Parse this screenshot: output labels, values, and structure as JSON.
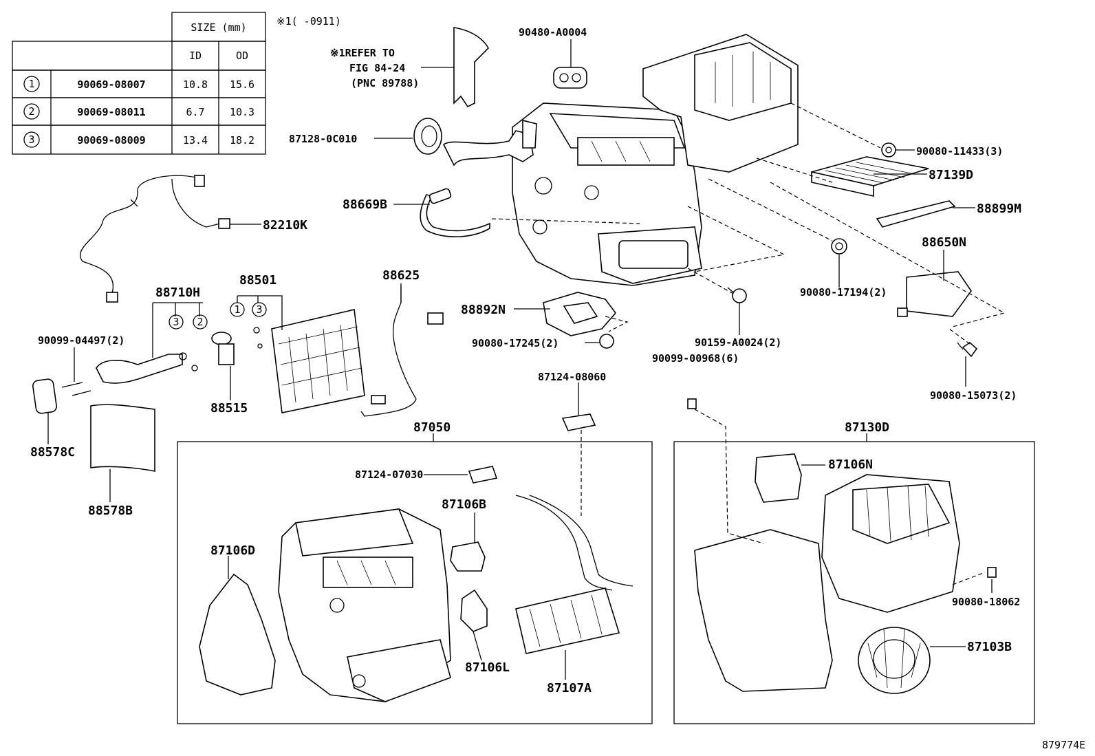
{
  "table": {
    "size_header": "SIZE (mm)",
    "col_id": "ID",
    "col_od": "OD",
    "rows": [
      {
        "num": "1",
        "part": "90069-08007",
        "id": "10.8",
        "od": "15.6"
      },
      {
        "num": "2",
        "part": "90069-08011",
        "id": "6.7",
        "od": "10.3"
      },
      {
        "num": "3",
        "part": "90069-08009",
        "id": "13.4",
        "od": "18.2"
      }
    ]
  },
  "note": {
    "line0": "※1(     -0911)",
    "line1": "※1REFER TO",
    "line2": "FIG 84-24",
    "line3": "(PNC 89788)"
  },
  "labels": {
    "p90480": "90480-A0004",
    "p87128": "87128-0C010",
    "p90080_11433": "90080-11433(3)",
    "p87139D": "87139D",
    "p88669B": "88669B",
    "p88899M": "88899M",
    "p82210K": "82210K",
    "p88650N": "88650N",
    "p88710H": "88710H",
    "p88501": "88501",
    "p88625": "88625",
    "p88892N": "88892N",
    "p90080_17194": "90080-17194(2)",
    "p90099_04497": "90099-04497(2)",
    "p90080_17245": "90080-17245(2)",
    "p90159": "90159-A0024(2)",
    "p90099_00968": "90099-00968(6)",
    "p90080_15073": "90080-15073(2)",
    "p88515": "88515",
    "p88578C": "88578C",
    "p88578B": "88578B",
    "p87124_08060": "87124-08060",
    "p87050": "87050",
    "p87130D": "87130D",
    "p87124_07030": "87124-07030",
    "p87106B": "87106B",
    "p87106N": "87106N",
    "p87106D": "87106D",
    "p87106L": "87106L",
    "p87107A": "87107A",
    "p90080_18062": "90080-18062",
    "p87103B": "87103B",
    "c1": "1",
    "c3": "3",
    "c2": "2",
    "c1b": "1",
    "c3b": "3"
  },
  "diagram_id": "879774E"
}
